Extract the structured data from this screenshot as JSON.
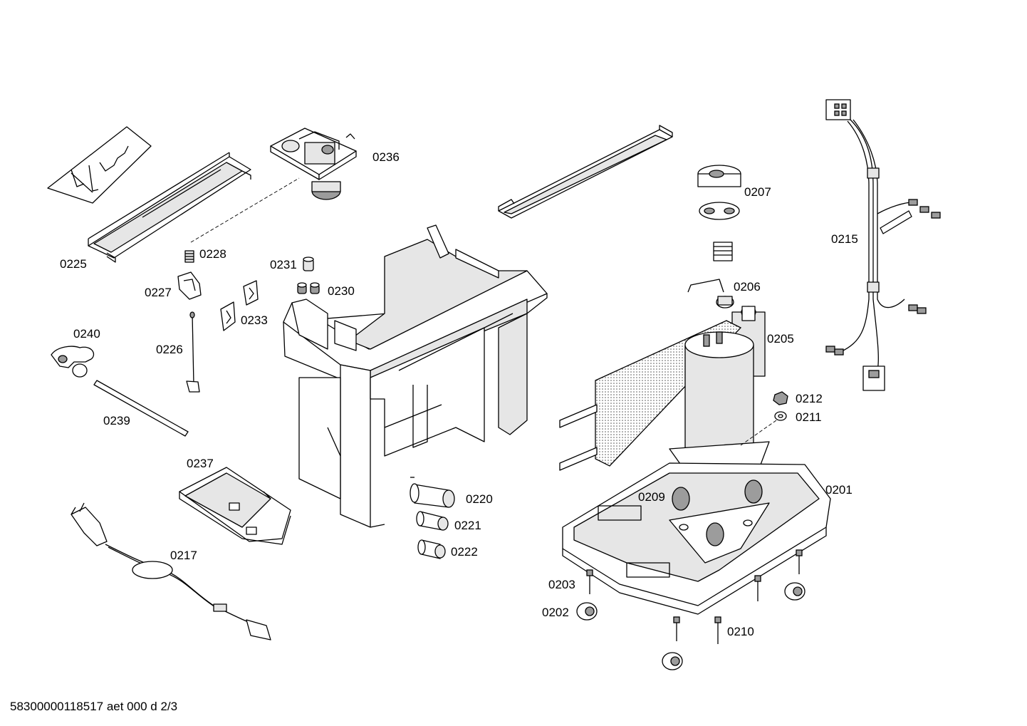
{
  "diagram": {
    "labels": {
      "p0225": "0225",
      "p0236": "0236",
      "p0228": "0228",
      "p0231": "0231",
      "p0230": "0230",
      "p0227": "0227",
      "p0233": "0233",
      "p0240": "0240",
      "p0226": "0226",
      "p0239": "0239",
      "p0237": "0237",
      "p0217": "0217",
      "p0220": "0220",
      "p0221": "0221",
      "p0222": "0222",
      "p0207": "0207",
      "p0215": "0215",
      "p0206": "0206",
      "p0205": "0205",
      "p0212": "0212",
      "p0211": "0211",
      "p0201": "0201",
      "p0209": "0209",
      "p0203": "0203",
      "p0202": "0202",
      "p0210": "0210"
    },
    "footer": "58300000118517 aet 000 d 2/3"
  }
}
